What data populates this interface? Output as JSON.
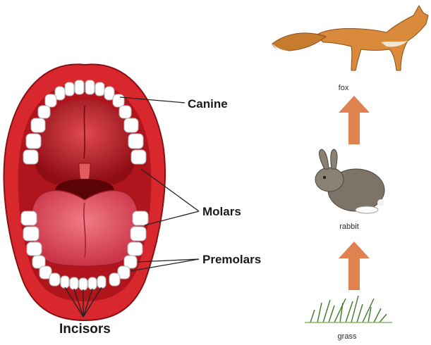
{
  "mouth_diagram": {
    "labels": {
      "canine": "Canine",
      "molars": "Molars",
      "premolars": "Premolars",
      "incisors": "Incisors"
    },
    "colors": {
      "lips": "#d8282e",
      "inner_mouth": "#b0141c",
      "tongue": "#e0505d",
      "teeth": "#ffffff"
    }
  },
  "food_chain": {
    "stages": [
      {
        "name": "fox",
        "icon": "fox-icon"
      },
      {
        "name": "rabbit",
        "icon": "rabbit-icon"
      },
      {
        "name": "grass",
        "icon": "grass-icon"
      }
    ],
    "arrow_color": "#e0824f"
  }
}
